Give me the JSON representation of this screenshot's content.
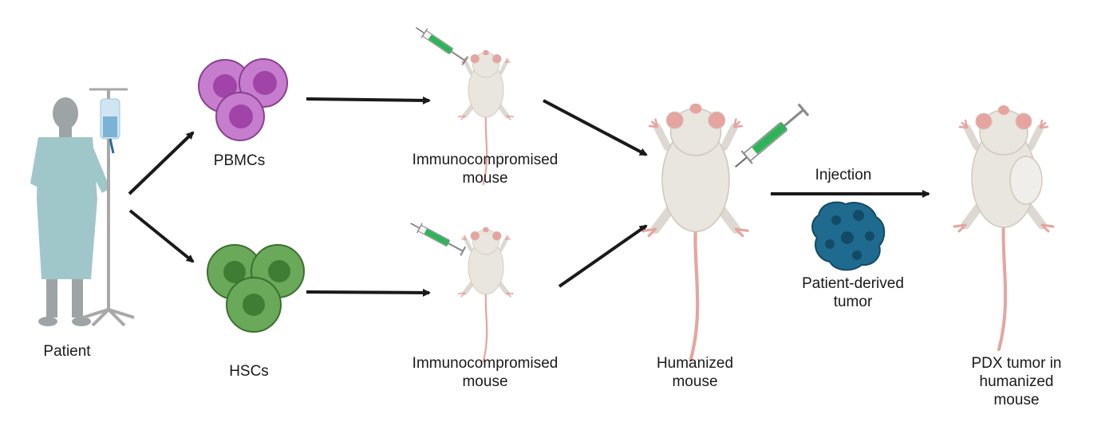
{
  "labels": {
    "patient": "Patient",
    "pbmcs": "PBMCs",
    "hscs": "HSCs",
    "immuno_top": "Immunocompromised\nmouse",
    "immuno_bottom": "Immunocompromised\nmouse",
    "humanized": "Humanized\nmouse",
    "injection": "Injection",
    "patient_tumor": "Patient-derived\ntumor",
    "pdx": "PDX tumor in\nhumanized mouse"
  },
  "colors": {
    "pbmc_fill": "#c77dce",
    "pbmc_nucleus": "#a044a8",
    "hsc_fill": "#6aa85a",
    "hsc_nucleus": "#3f7d35",
    "patient_skin": "#9ea3a5",
    "gown": "#9fc7c9",
    "syringe_liquid": "#2fb35a",
    "tumor": "#1f6b8f",
    "arrow": "#1a1a1a",
    "mouse_body": "#e9e5df",
    "mouse_pink": "#e6a4a0"
  },
  "icons": [
    "patient-figure",
    "iv-stand",
    "pbmc-cells",
    "hsc-cells",
    "syringe",
    "mouse",
    "tumor"
  ]
}
